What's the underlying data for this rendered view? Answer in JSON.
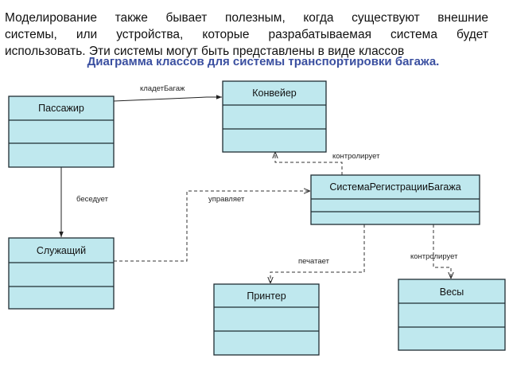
{
  "intro": {
    "line1": "Моделирование также бывает полезным, когда существуют внешние",
    "line2": "системы, или устройства, которые разрабатываемая система будет",
    "line3": "использовать. Эти системы могут быть представлены в виде классов"
  },
  "diagram": {
    "title": "Диаграмма классов для системы транспортировки багажа.",
    "classes": {
      "passenger": "Пассажир",
      "conveyor": "Конвейер",
      "system": "СистемаРегистрацииБагажа",
      "employee": "Служащий",
      "printer": "Принтер",
      "scales": "Весы"
    },
    "relations": {
      "puts_luggage": "кладетБагаж",
      "talks": "беседует",
      "controls_conveyor": "контролирует",
      "manages": "управляет",
      "prints": "печатает",
      "controls_scales": "контролирует"
    }
  },
  "colors": {
    "class_fill": "#bfe8ee",
    "title": "#3a4fa0"
  }
}
